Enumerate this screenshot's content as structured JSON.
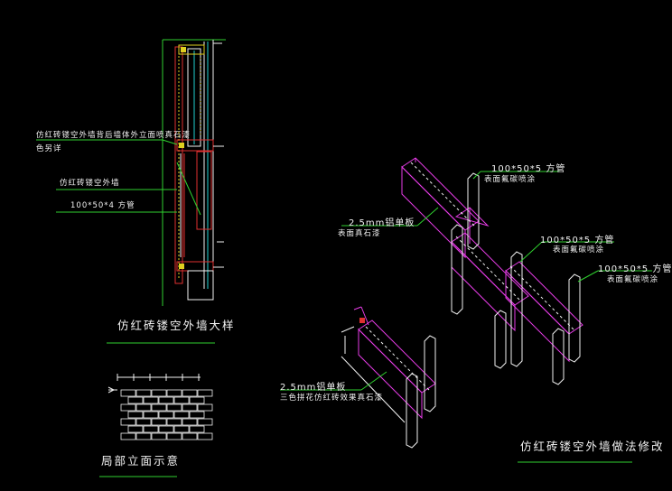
{
  "colors": {
    "background": "#000000",
    "leader": "#2fd12f",
    "member": "#e63ce6",
    "steel": "#f2f2f2",
    "accent_red": "#e03030",
    "accent_yellow": "#e0d020",
    "accent_cyan": "#20d0d0"
  },
  "section_detail": {
    "note_1_line1": "仿红砖镂空外墙背后墙体外立面喷真石漆",
    "note_1_line2": "色另详",
    "note_2": "仿红砖镂空外墙",
    "note_3": "100*50*4 方管",
    "title": "仿红砖镂空外墙大样"
  },
  "elevation": {
    "title": "局部立面示意"
  },
  "isometric": {
    "note_tube_top": "100*50*5 方管",
    "note_tube_top_sub": "表面氟碳喷涂",
    "note_plate_top": "2.5mm铝单板",
    "note_plate_top_sub": "表面真石漆",
    "note_tube_mid": "100*50*5 方管",
    "note_tube_mid_sub": "表面氟碳喷涂",
    "note_tube_right": "100*50*5 方管",
    "note_tube_right_sub": "表面氟碳喷涂",
    "note_plate_bottom": "2.5mm铝单板",
    "note_plate_bottom_sub": "三色拼花仿红砖效果真石漆",
    "title": "仿红砖镂空外墙做法修改"
  }
}
